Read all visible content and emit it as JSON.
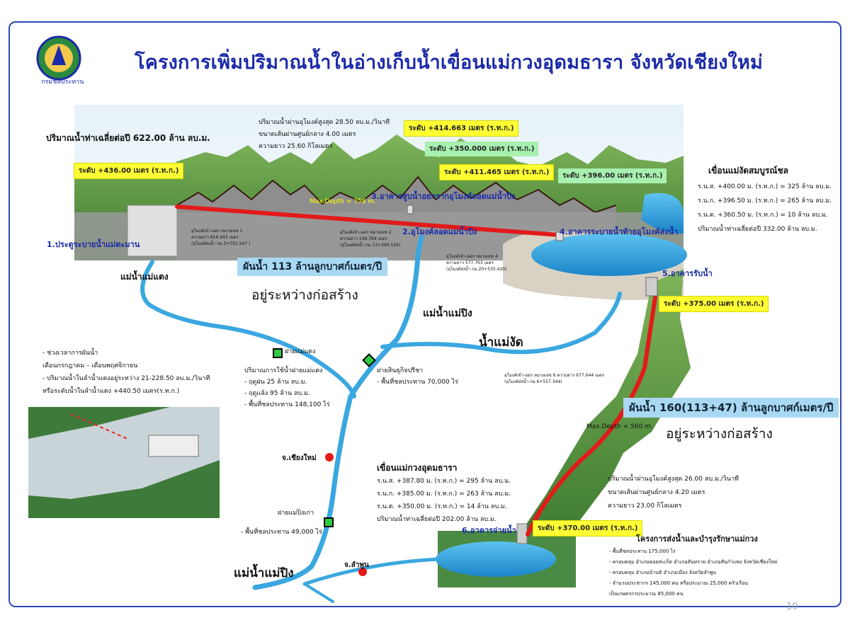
{
  "title": "โครงการเพิ่มปริมาณน้ำในอ่างเก็บน้ำเขื่อนแม่กวงอุดมธารา  จังหวัดเชียงใหม่",
  "logo_text": "กรมชลประทาน",
  "annual_inflow": "ปริมาณน้ำท่าเฉลี่ยต่อปี 622.00 ล้าน ลบ.ม.",
  "tunnel1_spec": [
    "ปริมาณน้ำผ่านอุโมงค์สูงสุด   28.50 ลบ.ม./วินาที",
    "ขนาดเส้นผ่านศูนย์กลาง         4.00 เมตร",
    "ความยาว                        25.60 กิโลเมตร"
  ],
  "levels": {
    "l436": "ระดับ +436.00 เมตร (ร.ท.ก.)",
    "l414": "ระดับ +414.663 เมตร (ร.ท.ก.)",
    "l350": "ระดับ +350.000 เมตร (ร.ท.ก.)",
    "l411": "ระดับ +411.465 เมตร (ร.ท.ก.)",
    "l396": "ระดับ +396.00 เมตร (ร.ท.ก.)",
    "l375": "ระดับ +375.00 เมตร (ร.ท.ก.)",
    "l370": "ระดับ +370.00 เมตร (ร.ท.ก.)"
  },
  "structures": {
    "s1": "1.ประตูระบายน้ำแม่ตะมาน",
    "s2": "2.อุโมงค์ลอดแม่น้ำปิง",
    "s3": "3.อาคารสูบน้ำอยกรากอุโมงค์ลอดแม่น้ำปิง",
    "s4": "4.อาคารระบายน้ำท้ายอุโมงค์ส่งน้ำ",
    "s5": "5.อาคารรับน้ำ",
    "s6": "6.อาคารจ่ายน้ำ"
  },
  "max_depth_1": "Max.Depth = 758 m.",
  "max_depth_2": "Max.Depth = 560 m.",
  "adit1": [
    "อุโมงค์เข้า-ออก หมายเลข 1",
    "ความยาว 816.943 เมตร",
    "(อุโมงค์ส่งน้ำ  กม.3+701.547 )"
  ],
  "adit2": [
    "อุโมงค์เข้า-ออก หมายเลข 2",
    "ความยาว  149.764 เมตร",
    "(อุโมงค์ส่งน้ำ กม.13+590.526)"
  ],
  "adit4": [
    "อุโมงค์เข้า-ออก หมายเลข 4",
    "ความยาว  577.763 เมตร",
    "(อุโมงค์ส่งน้ำ  กม.20+535.420)"
  ],
  "adit6": [
    "อุโมงค์เข้า-ออก หมายเลข 6   ความยาว 677.644 เมตร",
    "(อุโมงค์ส่งน้ำ  กม.6+557.344)"
  ],
  "flow1": "ผันน้ำ 113 ล้านลูกบาศก์เมตร/ปี",
  "flow2": "ผันน้ำ 160(113+47) ล้านลูกบาศก์เมตร/ปี",
  "under_construction": "อยู่ระหว่างก่อสร้าง",
  "mae_ngat_dam": {
    "title": "เขื่อนแม่งัดสมบูรณ์ชล",
    "lines": [
      "ร.น.ส. +400.00 ม. (ร.ท.ก.) = 325 ล้าน ลบ.ม.",
      "ร.น.ก. +396.50 ม. (ร.ท.ก.) = 265 ล้าน ลบ.ม.",
      "ร.น.ต. +360.50 ม. (ร.ท.ก.) =   10 ล้าน ลบ.ม.",
      "ปริมาณน้ำท่าเฉลี่ยต่อปี 332.00 ล้าน ลบ.ม."
    ]
  },
  "rivers": {
    "mae_taeng": "แม่น้ำแม่แตง",
    "mae_ping_1": "แม่น้ำแม่ปิง",
    "mae_ngat": "น้ำแม่งัด",
    "mae_ping_2": "แม่น้ำแม่ปิง"
  },
  "diversion_period": [
    "- ช่วงเวลาการผันน้ำ",
    "  เดือนกรกฎาคม – เดือนพฤศจิกายน",
    "- ปริมาณน้ำในลำน้ำแตงอยู่ระหว่าง 21-228.50 ลบ.ม./วินาที",
    "  หรือระดับน้ำในลำน้ำแตง  +440.50 เมตร(ร.ท.ก.)"
  ],
  "weir_mae_taeng": {
    "name": "ฝายแม่แตง",
    "lines": [
      "ปริมาณการใช้น้ำฝายแม่แตง",
      "- ฤดูฝน  25  ล้าน ลบ.ม.",
      "- ฤดูแล้ง 95  ล้าน ลบ.ม.",
      "- พื้นที่ชลประทาน 148,100 ไร่"
    ]
  },
  "weir_sinthu": {
    "name": "ฝายสินธุกิจปรีชา",
    "lines": [
      "- พื้นที่ชลประทาน 70,000 ไร่"
    ]
  },
  "weir_old_ping": {
    "name": "ฝายแม่ปิงเก่า",
    "lines": [
      "- พื้นที่ชลประทาน  49,000 ไร่"
    ]
  },
  "cities": {
    "chiang_mai": "จ.เชียงใหม่",
    "lamphun": "จ.ลำพูน"
  },
  "mae_kuang_dam": {
    "title": "เขื่อนแม่กวงอุดมธารา",
    "lines": [
      "ร.น.ส. +387.80 ม. (ร.ท.ก.) = 295 ล้าน ลบ.ม.",
      "ร.น.ก. +385.00 ม. (ร.ท.ก.) = 263 ล้าน ลบ.ม.",
      "ร.น.ต. +350.00 ม. (ร.ท.ก.) =   14 ล้าน ลบ.ม.",
      "ปริมาณน้ำท่าเฉลี่ยต่อปี 202.00 ล้าน ลบ.ม."
    ]
  },
  "tunnel2_spec": [
    "ปริมาณน้ำผ่านอุโมงค์สูงสุด  26.00 ลบ.ม./วินาที",
    "ขนาดเส้นผ่านศูนย์กลาง        4.20 เมตร",
    "ความยาว                       23.00 กิโลเมตร"
  ],
  "maintenance": {
    "title": "โครงการส่งน้ำและบำรุงรักษาแม่กวง",
    "lines": [
      "- พื้นที่ชลประทาน  175,000  ไร่",
      "- ครอบคลุม อำเภอดอยสะเก็ด  อำเภอสันทราย  อำเภอสันกำแพง  จังหวัดเชียงใหม่",
      "- ครอบคลุม อำเภอบ้านธิ  อำเภอเมือง  จังหวัดลำพูน",
      "- จำนวนประชากร 145,000  คน  หรือประมาณ  25,000  ครัวเรือน",
      "  เป็นเกษตรกรประมาณ   85,000  คน"
    ]
  },
  "page_number": "10",
  "colors": {
    "title": "#1b2aa8",
    "river": "#3aa7e0",
    "tunnel": "#e21a1a",
    "level_box": "#ffff33",
    "mountain": "#5e9a45"
  }
}
